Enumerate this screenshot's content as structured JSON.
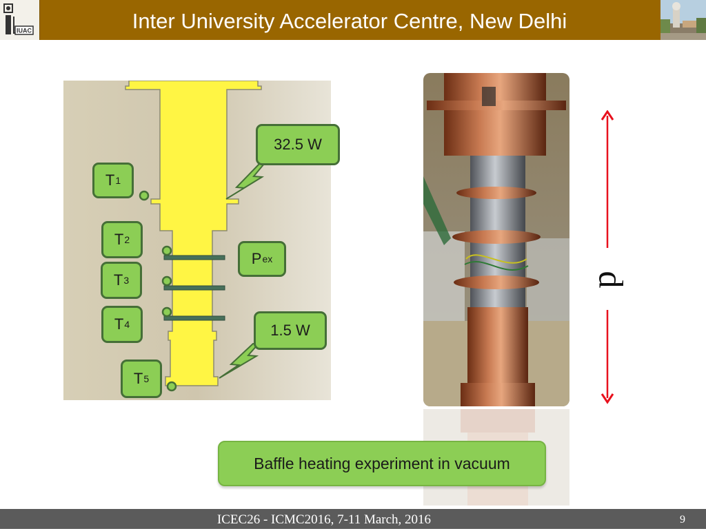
{
  "header": {
    "title": "Inter University Accelerator Centre, New Delhi",
    "logo_text": "IUAC",
    "bar_color": "#996600"
  },
  "diagram": {
    "labels": {
      "t1": {
        "letter": "T",
        "sub": "1"
      },
      "t2": {
        "letter": "T",
        "sub": "2"
      },
      "t3": {
        "letter": "T",
        "sub": "3"
      },
      "t4": {
        "letter": "T",
        "sub": "4"
      },
      "t5": {
        "letter": "T",
        "sub": "5"
      },
      "pex": {
        "letter": "P",
        "sub": "ex"
      },
      "power_top": "32.5 W",
      "power_bottom": "1.5 W"
    },
    "box_color": "#8cce55",
    "body_color": "#fff544"
  },
  "dimension": {
    "label": "d",
    "arrow_color": "#e8101c"
  },
  "caption": "Baffle heating experiment in vacuum",
  "footer": {
    "text": "ICEC26 - ICMC2016, 7-11 March, 2016",
    "slide_number": "9"
  }
}
